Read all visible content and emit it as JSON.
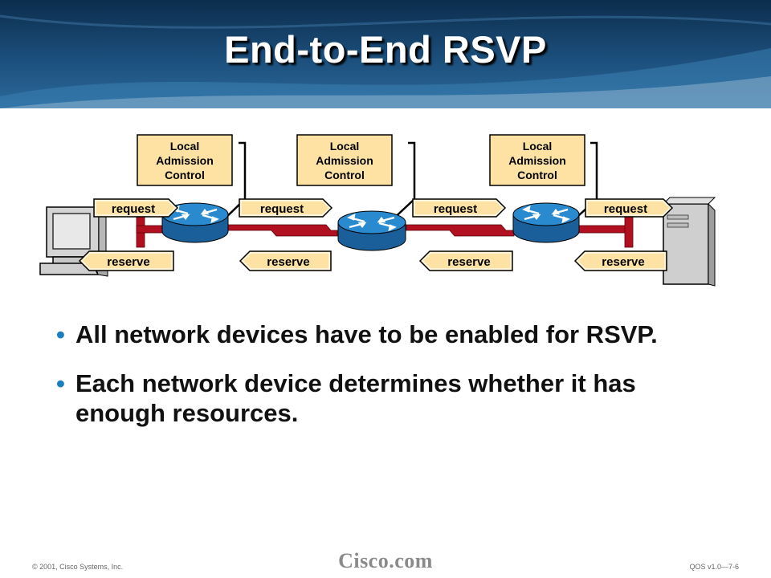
{
  "title": "End-to-End RSVP",
  "diagram": {
    "lac_lines": [
      "Local",
      "Admission",
      "Control"
    ],
    "request_label": "request",
    "reserve_label": "reserve"
  },
  "bullets": [
    "All network devices have to be enabled for RSVP.",
    "Each network device determines whether it has enough resources."
  ],
  "footer": {
    "copyright": "© 2001, Cisco Systems, Inc.",
    "logo": "Cisco.com",
    "slide_id": "QOS v1.0—7-6"
  },
  "colors": {
    "header": "#1c4f7c",
    "lac_box": "#fde2a3",
    "router": "#2a8ad0",
    "link": "#b01020",
    "bullet": "#1a7fc1"
  }
}
